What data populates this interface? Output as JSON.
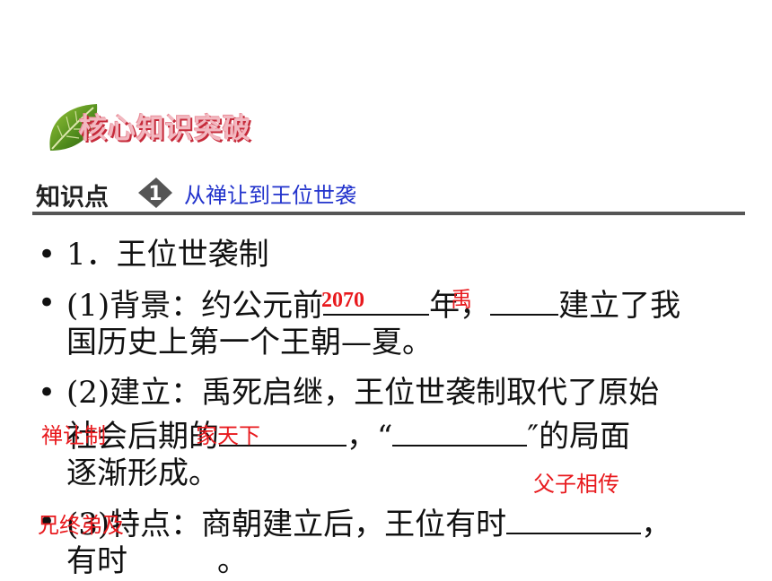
{
  "header": {
    "section_title": "核心知识突破",
    "leaf_icon": "leaf-icon"
  },
  "knowledge_point": {
    "label": "知识点",
    "number": "1",
    "topic": "从禅让到王位世袭"
  },
  "items": {
    "item1": "1．王位世袭制",
    "item2_a": "(1)背景：约公元前",
    "item2_b": "年，",
    "item2_c": "建立了我",
    "item2_d": "国历史上第一个王朝—夏。",
    "item3_a": "(2)建立：禹死启继，王位世袭制取代了原始",
    "item3_b": "社会后期的",
    "item3_c": "，“",
    "item3_d": "″的局面",
    "item3_e": "逐渐形成。",
    "item4_a": "(3)特点：商朝建立后，王位有时",
    "item4_b": "，",
    "item4_c": "有时",
    "item4_d": "。"
  },
  "answers": {
    "year": "2070",
    "founder": "禹",
    "system": "禅让制",
    "world": "家天下",
    "father_son": "父子相传",
    "brothers": "兄终弟及"
  },
  "colors": {
    "answer_red": "#e8191d",
    "topic_blue": "#2233cc",
    "title_pink": "#f2b8c0"
  }
}
